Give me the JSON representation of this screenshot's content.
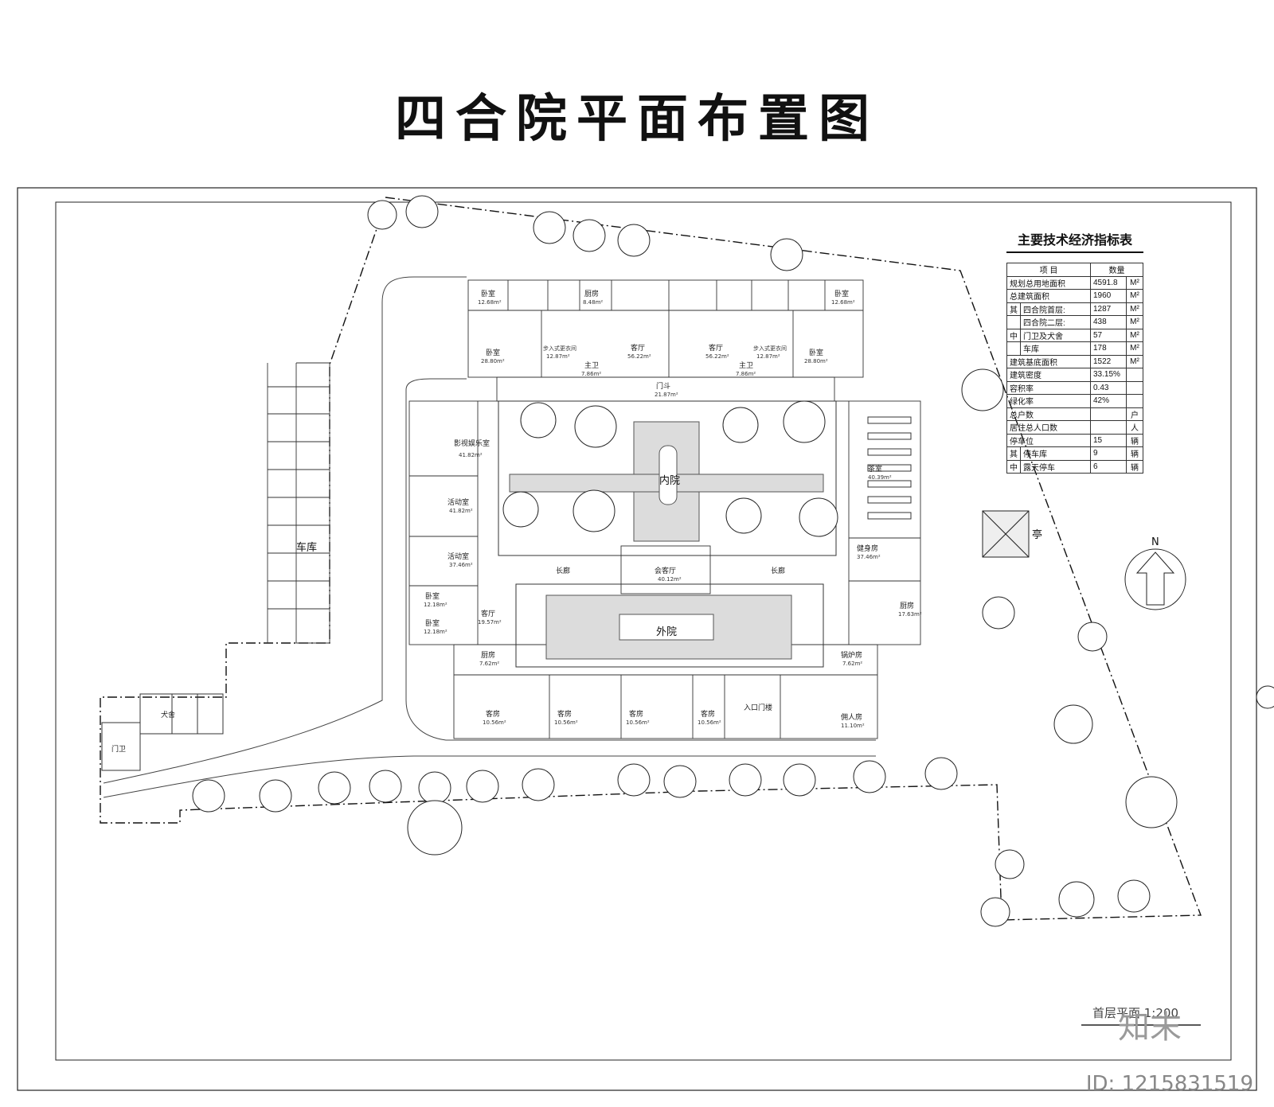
{
  "title": "四合院平面布置图",
  "table": {
    "title": "主要技术经济指标表",
    "header": [
      "项 目",
      "数量"
    ],
    "rows": [
      {
        "item": "规划总用地面积",
        "value": "4591.8",
        "unit": "M²"
      },
      {
        "item": "总建筑面积",
        "value": "1960",
        "unit": "M²"
      },
      {
        "group": "其",
        "item": "四合院首层:",
        "value": "1287",
        "unit": "M²"
      },
      {
        "group": "",
        "item": "四合院二层:",
        "value": "438",
        "unit": "M²"
      },
      {
        "group": "中",
        "item": "门卫及犬舍",
        "value": "57",
        "unit": "M²"
      },
      {
        "group": "",
        "item": "车库",
        "value": "178",
        "unit": "M²"
      },
      {
        "item": "建筑基底面积",
        "value": "1522",
        "unit": "M²"
      },
      {
        "item": "建筑密度",
        "value": "33.15%",
        "unit": ""
      },
      {
        "item": "容积率",
        "value": "0.43",
        "unit": ""
      },
      {
        "item": "绿化率",
        "value": "42%",
        "unit": ""
      },
      {
        "item": "总户数",
        "value": "",
        "unit": "户"
      },
      {
        "item": "居住总人口数",
        "value": "",
        "unit": "人"
      },
      {
        "item": "停车位",
        "value": "15",
        "unit": "辆"
      },
      {
        "group": "其",
        "item": "停车库",
        "value": "9",
        "unit": "辆"
      },
      {
        "group": "中",
        "item": "露天停车",
        "value": "6",
        "unit": "辆"
      }
    ]
  },
  "labels": {
    "inner_court": "内院",
    "outer_court": "外院",
    "garage": "车库",
    "guard": "门卫",
    "dog_house": "犬舍",
    "pavilion": "亭",
    "north": "N",
    "corridor_left": "长廊",
    "corridor_right": "长廊",
    "entrance": "入口门楼",
    "reception_hall": "会客厅",
    "reception_area": "40.12m²",
    "gate": "门斗",
    "gate_area": "21.87m²",
    "scale": "首层平面 1:200",
    "brand": "知末",
    "id": "ID: 1215831519"
  },
  "rooms": {
    "bed_a": "卧室",
    "bed_a_area": "12.68m²",
    "kitchen_a": "厨房",
    "kitchen_a_area": "8.48m²",
    "bed_big": "卧室",
    "bed_big_area": "28.80m²",
    "walkin": "步入式更衣间",
    "walkin_area": "12.87m²",
    "living": "客厅",
    "living_area": "56.22m²",
    "bath": "主卫",
    "bath_area": "7.86m²",
    "cinema": "影视娱乐室",
    "cinema_area": "41.82m²",
    "activity": "活动室",
    "activity_area1": "41.82m²",
    "activity_area2": "37.46m²",
    "bed_small": "卧室",
    "bed_small_area": "12.18m²",
    "living2": "客厅",
    "living2_area": "19.57m²",
    "kitchen2": "厨房",
    "kitchen2_area": "7.62m²",
    "gym": "健身房",
    "gym_area": "37.46m²",
    "tea": "茶室",
    "tea_area": "40.39m²",
    "kitchen3": "厨房",
    "kitchen3_area": "17.63m²",
    "boiler": "锅炉房",
    "boiler_area": "7.62m²",
    "guest": "客房",
    "guest_area": "10.56m²",
    "servant": "佣人房",
    "servant_area": "11.10m²"
  }
}
